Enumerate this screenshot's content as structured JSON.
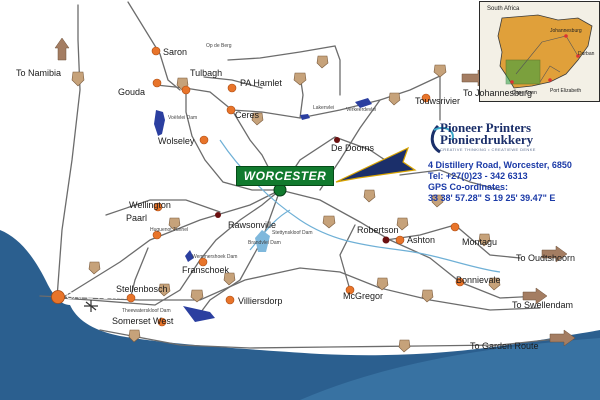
{
  "map": {
    "highlight_town": "WORCESTER",
    "towns": {
      "saron": "Saron",
      "gouda": "Gouda",
      "tulbagh": "Tulbagh",
      "pa_hamlet": "PA Hamlet",
      "ceres": "Ceres",
      "wolseley": "Wolseley",
      "de_doorns": "De Doorns",
      "touwsrivier": "Touwsrivier",
      "wellington": "Wellington",
      "paarl": "Paarl",
      "rawsonville": "Rawsonville",
      "franschoek": "Franschoek",
      "stellenbosch": "Stellenbosch",
      "cape_town": "CAPE TOWN",
      "somerset_west": "Somerset West",
      "villiersdorp": "Villiersdorp",
      "robertson": "Robertson",
      "ashton": "Ashton",
      "montagu": "Montagu",
      "mcgregor": "McGregor",
      "bonnievale": "Bonnievale"
    },
    "features": {
      "op_de_berg": "Op de Berg",
      "voelvlei_dam": "Voëlvlei Dam",
      "lakenvlei": "Lakenvlei",
      "verkeerdevlei": "Verkeerdevlei",
      "huguenot_tunnel": "Huguenot Tunnel",
      "brandvlei_dam": "Brandvlei Dam",
      "wemmershoek_dam": "Wemmershoek Dam",
      "theewaterskloof_dam": "Theewaterskloof Dam",
      "stettynskloof_dam": "Stettynskloof Dam"
    },
    "directions": {
      "namibia": "To Namibia",
      "johannesburg": "To Johannesburg",
      "oudtshoorn": "To Oudtshoorn",
      "swellendam": "To Swellendam",
      "garden_route": "To Garden Route"
    },
    "colors": {
      "sea": "#2b5f8f",
      "land": "#ffffff",
      "road": "#6c6c6c",
      "town_dot": "#e8742a",
      "highlight": "#117a2e",
      "arrow": "#a47d62",
      "pin": "#1b2f6a"
    }
  },
  "company": {
    "name_en": "Pioneer Printers",
    "name_af": "Pionierdrukkery",
    "tagline": "CREATIVE THINKING • CREATIEWE DENKE",
    "address": "4 Distillery Road, Worcester,  6850",
    "tel": "Tel: +27(0)23 - 342 6313",
    "gps_label": "GPS Co-ordinates:",
    "gps_value": "33  38' 57.28\" S   19  25' 39.47\" E"
  },
  "inset": {
    "country": "South Africa",
    "johannesburg": "Johannesburg",
    "durban": "Durban",
    "cape_town": "Cape Town",
    "port_elizabeth": "Port Elizabeth"
  }
}
